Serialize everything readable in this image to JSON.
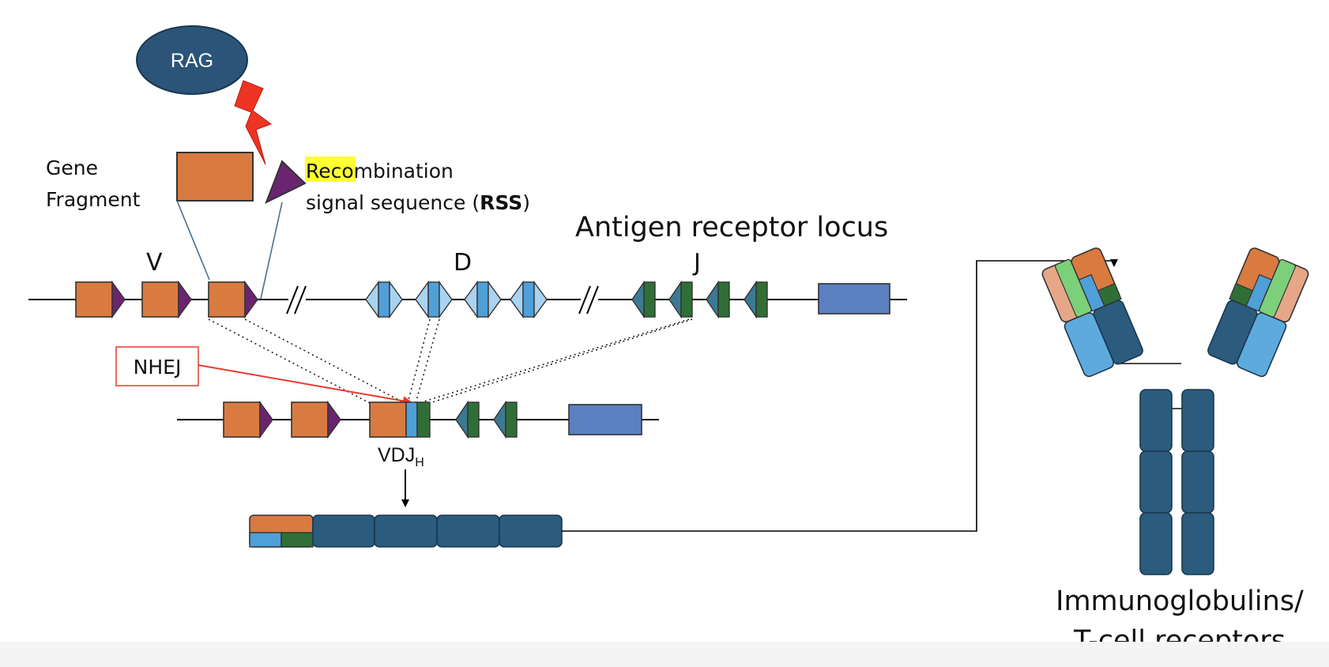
{
  "labels": {
    "rag": "RAG",
    "gene_fragment_line1": "Gene",
    "gene_fragment_line2": "Fragment",
    "rss_highlight": "Reco",
    "rss_line1_rest": "mbination",
    "rss_line2_prefix": "signal sequence (",
    "rss_line2_bold": "RSS",
    "rss_line2_suffix": ")",
    "locus_title": "Antigen receptor locus",
    "segment_v": "V",
    "segment_d": "D",
    "segment_j": "J",
    "nhej": "NHEJ",
    "vdj_main": "VDJ",
    "vdj_sub": "H",
    "output_line1": "Immunoglobulins/",
    "output_line2": "T-cell receptors"
  },
  "colors": {
    "v_segment": "#d97a41",
    "rss": "#6b2470",
    "d_light": "#a8d3f1",
    "d_mid": "#4f9fd8",
    "j_green": "#2f6f36",
    "j_teal": "#3b7a92",
    "constant": "#5b80c0",
    "ig_dark": "#2b5b7d",
    "ig_light_blue": "#5faadd",
    "ig_peach": "#e6a788",
    "ig_light_green": "#7cd07a",
    "rag": "#2b5478",
    "bolt": "#ee3423",
    "nhej_box": "#e04a3c"
  },
  "icons": {
    "rag": "enzyme-ellipse-icon",
    "bolt": "lightning-bolt-icon",
    "rss": "triangle-icon",
    "antibody": "y-shaped-antibody-icon"
  }
}
